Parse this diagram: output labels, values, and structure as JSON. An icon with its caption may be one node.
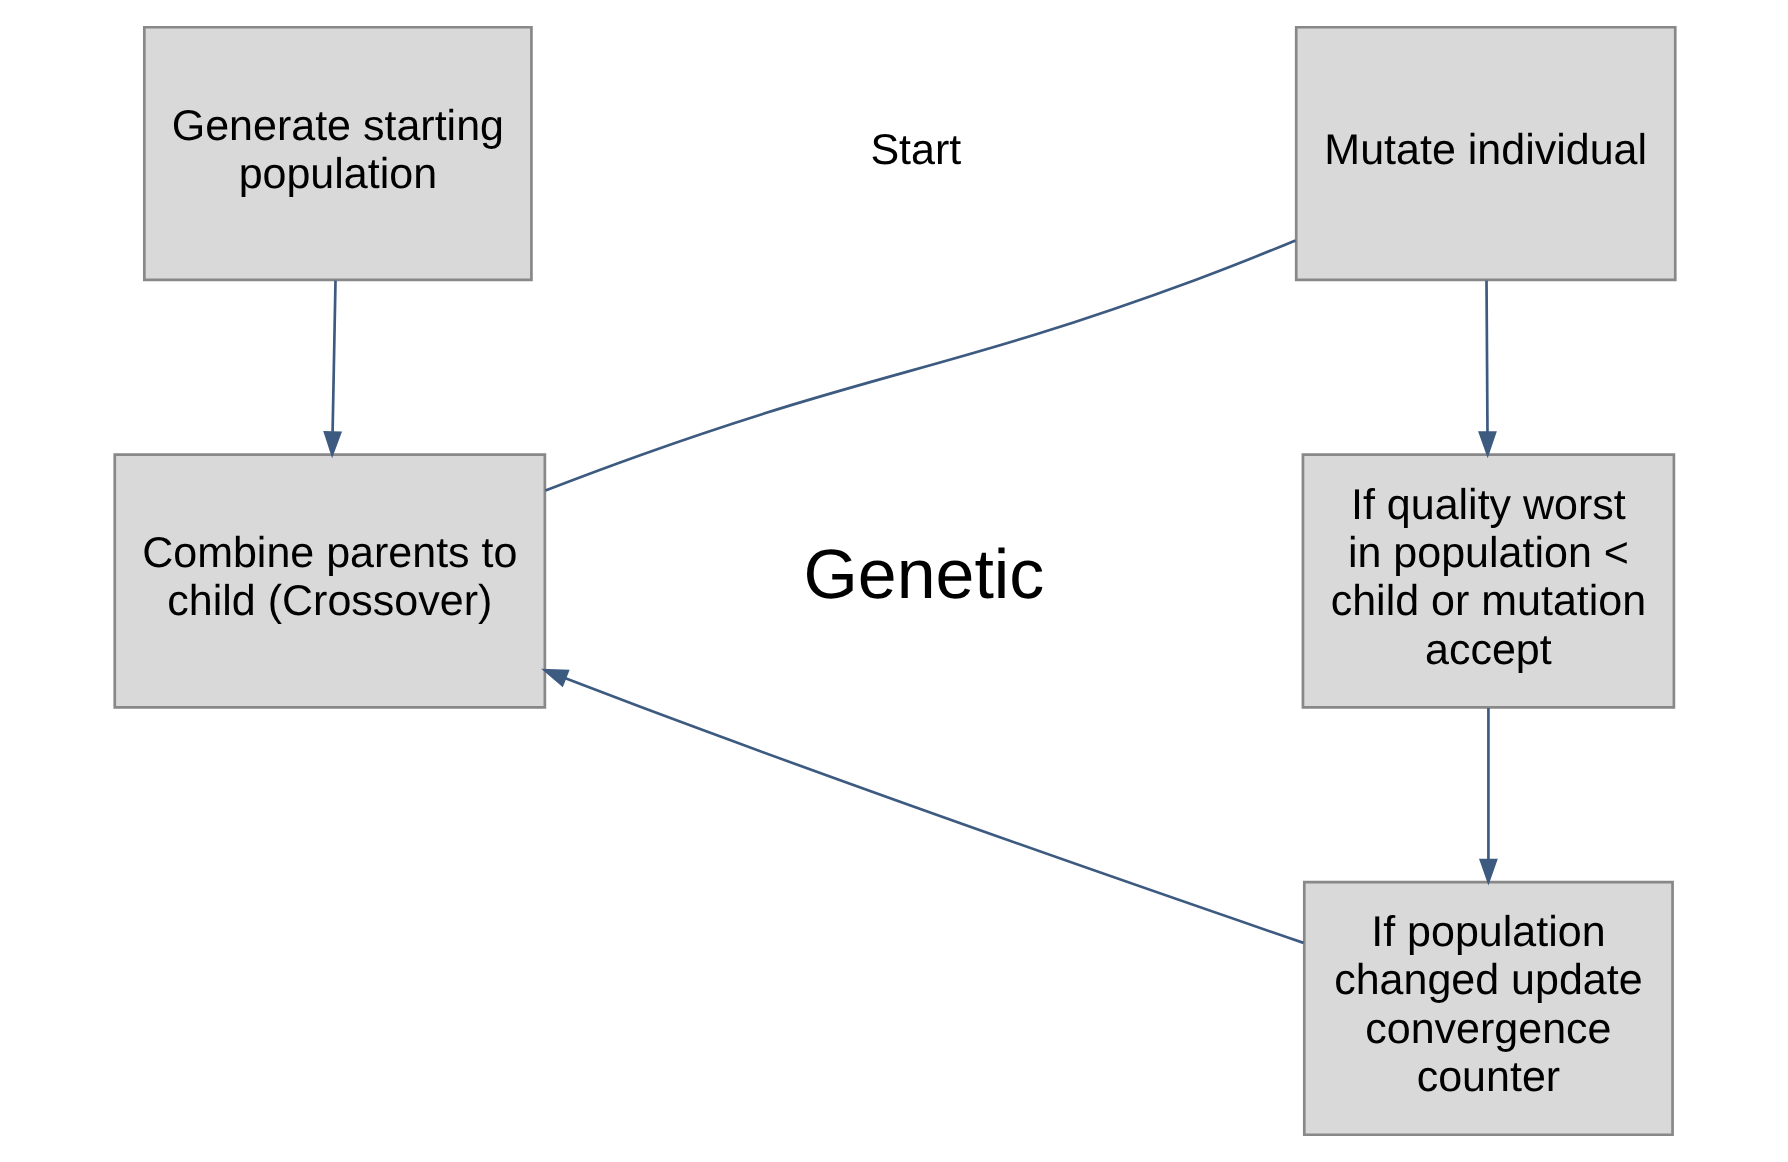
{
  "diagram": {
    "nodes": [
      {
        "text": [
          "Generate starting population"
        ]
      },
      {
        "text": [
          "Mutate individual"
        ]
      },
      {
        "text": [
          "Combine parents to child (Crossover)"
        ]
      },
      {
        "text": [
          "If quality worst in population < child or mutation accept"
        ]
      },
      {
        "text": [
          "If population changed update convergence counter"
        ]
      }
    ],
    "edges": [
      {
        "from": 0,
        "to": 2,
        "arrow": "to"
      },
      {
        "from": 2,
        "to": 1,
        "arrow": "none"
      },
      {
        "from": 1,
        "to": 3,
        "arrow": "to"
      },
      {
        "from": 3,
        "to": 4,
        "arrow": "to"
      },
      {
        "from": 4,
        "to": 2,
        "arrow": "to"
      }
    ],
    "labels": [
      "Start",
      "Genetic"
    ]
  }
}
